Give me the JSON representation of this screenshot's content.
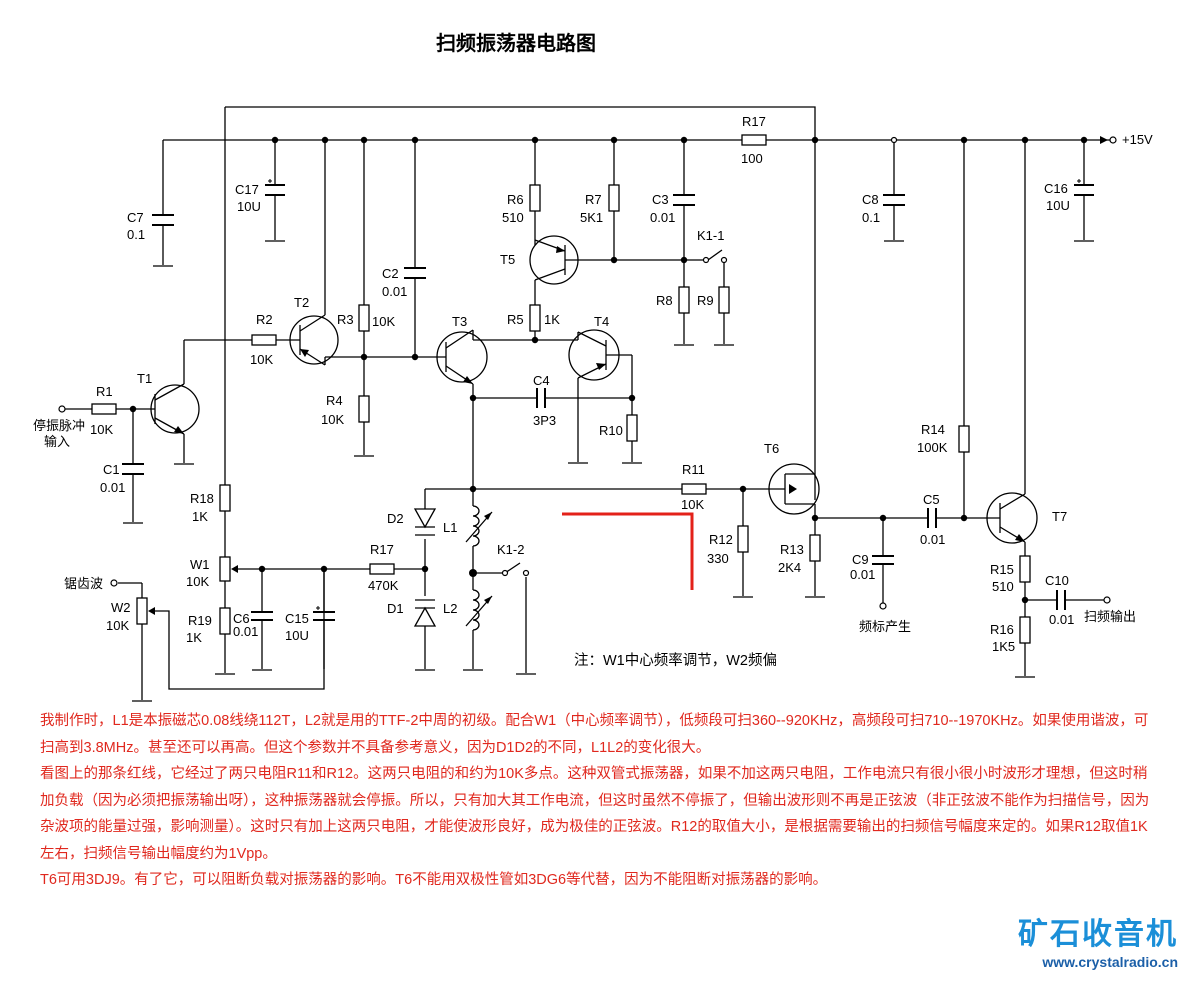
{
  "title": "扫频振荡器电路图",
  "labels": {
    "r1": "R1",
    "r1v": "10K",
    "t1": "T1",
    "in1": "停振脉冲",
    "in2": "输入",
    "c1": "C1",
    "c1v": "0.01",
    "c7": "C7",
    "c7v": "0.1",
    "c17": "C17",
    "c17v": "10U",
    "r2": "R2",
    "r2v": "10K",
    "t2": "T2",
    "r3": "R3",
    "r3v": "10K",
    "r4": "R4",
    "r4v": "10K",
    "c2": "C2",
    "c2v": "0.01",
    "t3": "T3",
    "t4": "T4",
    "t5": "T5",
    "r5": "R5",
    "r5v": "1K",
    "r6": "R6",
    "r6v": "510",
    "r7": "R7",
    "r7v": "5K1",
    "c3": "C3",
    "c3v": "0.01",
    "k11": "K1-1",
    "r8": "R8",
    "r9": "R9",
    "c4": "C4",
    "c4v": "3P3",
    "r10": "R10",
    "r17top": "R17",
    "r17topv": "100",
    "pwr": "+15V",
    "c8": "C8",
    "c8v": "0.1",
    "c16": "C16",
    "c16v": "10U",
    "r18": "R18",
    "r18v": "1K",
    "w1": "W1",
    "w1v": "10K",
    "r19": "R19",
    "r19v": "1K",
    "saw": "锯齿波",
    "w2": "W2",
    "w2v": "10K",
    "c6": "C6",
    "c6v": "0.01",
    "c15": "C15",
    "c15v": "10U",
    "r17b": "R17",
    "r17bv": "470K",
    "d2": "D2",
    "d1": "D1",
    "l1": "L1",
    "l2": "L2",
    "k12": "K1-2",
    "r11": "R11",
    "r11v": "10K",
    "r12": "R12",
    "r12v": "330",
    "t6": "T6",
    "r13": "R13",
    "r13v": "2K4",
    "c9": "C9",
    "c9v": "0.01",
    "marker": "频标产生",
    "c5": "C5",
    "c5v": "0.01",
    "r14": "R14",
    "r14v": "100K",
    "t7": "T7",
    "r15": "R15",
    "r15v": "510",
    "c10": "C10",
    "c10v": "0.01",
    "out": "扫频输出",
    "r16": "R16",
    "r16v": "1K5",
    "note": "注：W1中心频率调节，W2频偏"
  },
  "notes": {
    "p1": "我制作时，L1是本振磁芯0.08线绕112T，L2就是用的TTF-2中周的初级。配合W1（中心频率调节），低频段可扫360--920KHz，高频段可扫710--1970KHz。如果使用谐波，可扫高到3.8MHz。甚至还可以再高。但这个参数并不具备参考意义，因为D1D2的不同，L1L2的变化很大。",
    "p2": "看图上的那条红线，它经过了两只电阻R11和R12。这两只电阻的和约为10K多点。这种双管式振荡器，如果不加这两只电阻，工作电流只有很小很小时波形才理想，但这时稍加负载（因为必须把振荡输出呀），这种振荡器就会停振。所以，只有加大其工作电流，但这时虽然不停振了，但输出波形则不再是正弦波（非正弦波不能作为扫描信号，因为杂波项的能量过强，影响测量）。这时只有加上这两只电阻，才能使波形良好，成为极佳的正弦波。R12的取值大小，是根据需要输出的扫频信号幅度来定的。如果R12取值1K左右，扫频信号输出幅度约为1Vpp。",
    "p3": "T6可用3DJ9。有了它，可以阻断负载对振荡器的影响。T6不能用双极性管如3DG6等代替，因为不能阻断对振荡器的影响。"
  },
  "logo": {
    "cn": "矿石收音机",
    "url": "www.crystalradio.cn"
  },
  "colors": {
    "annotation": "#e0281e",
    "logo_cn": "#1b8fd8",
    "logo_url": "#1b5fa8"
  }
}
